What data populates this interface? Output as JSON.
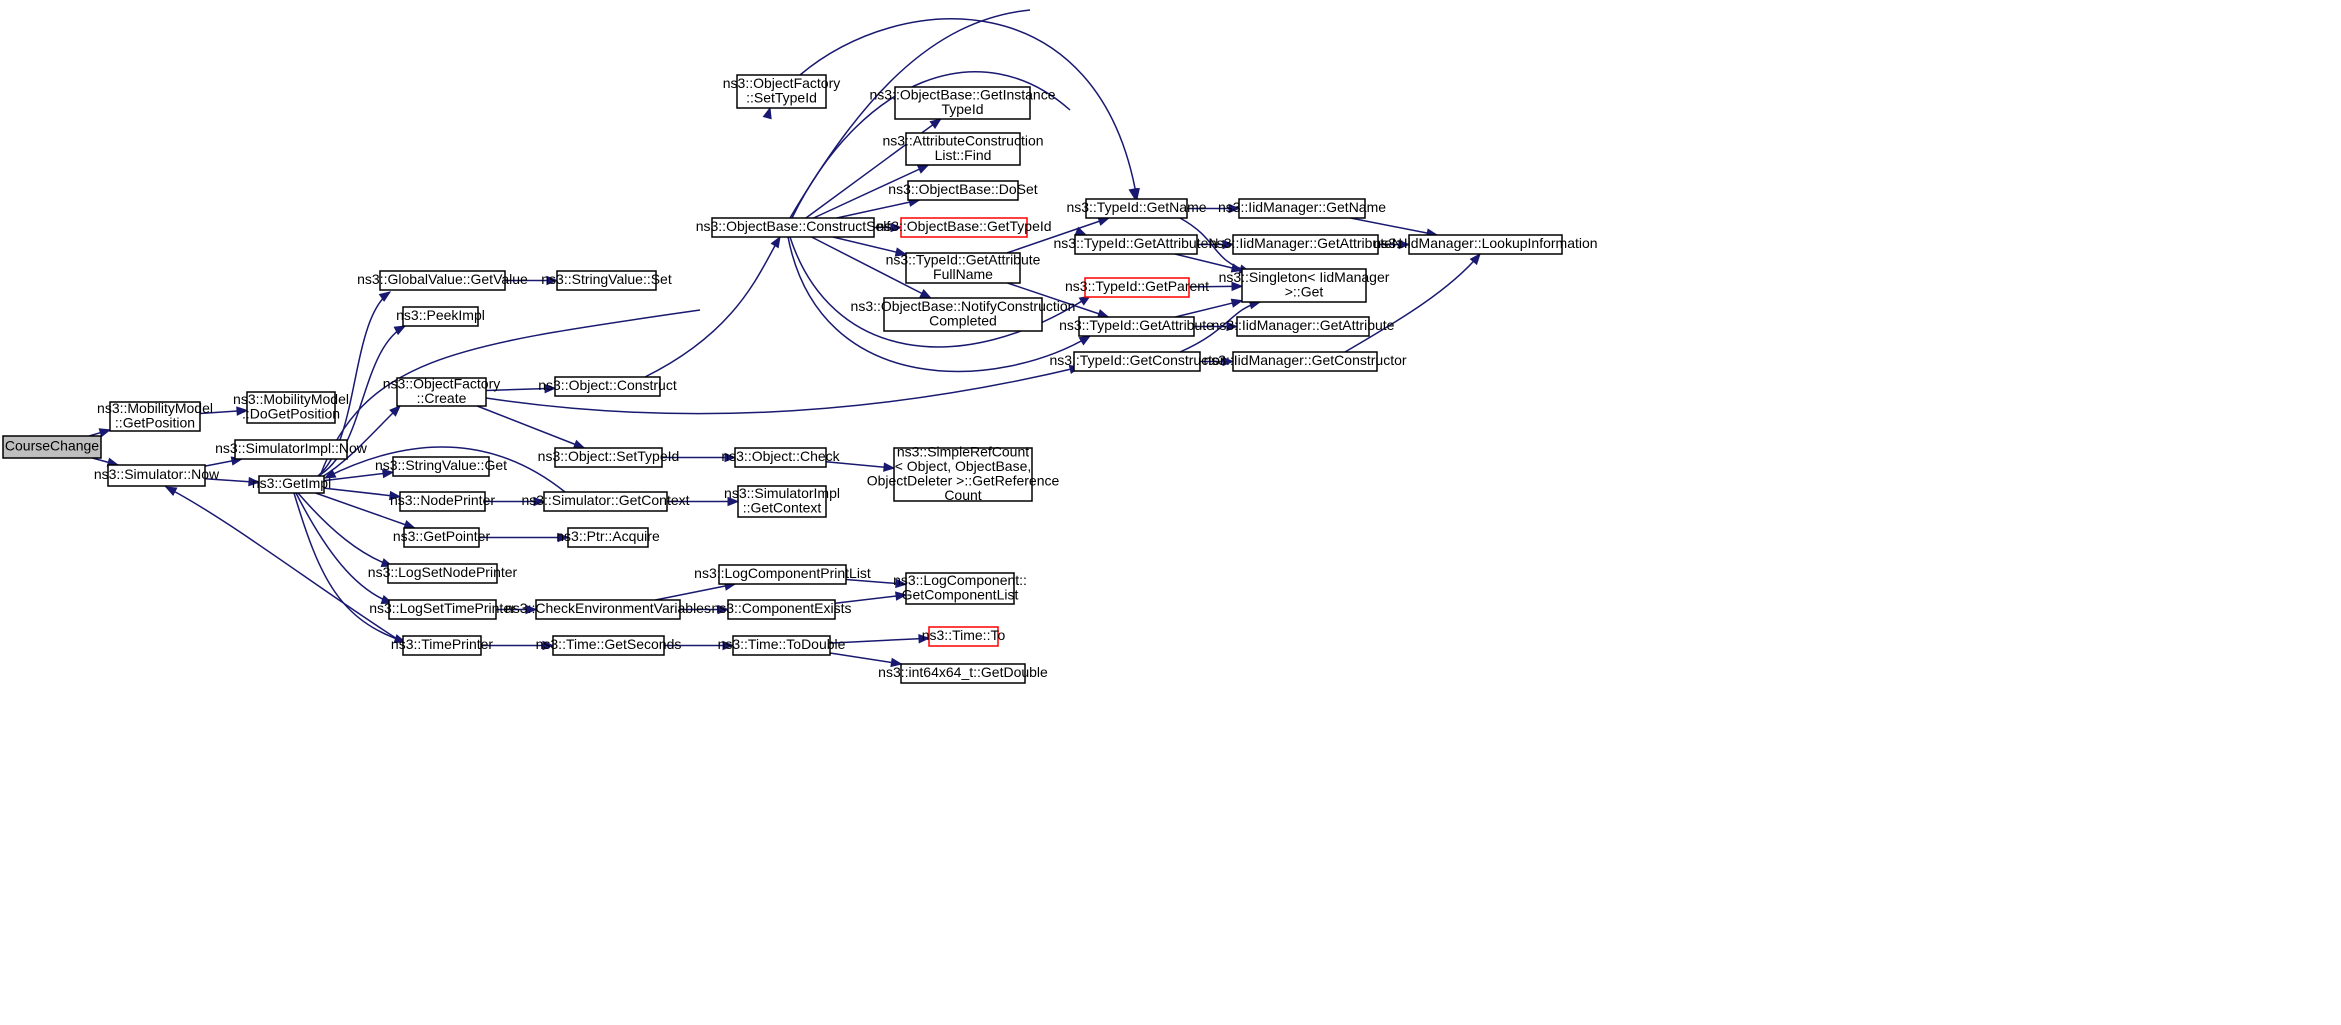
{
  "colors": {
    "edge": "#191970",
    "root_fill": "#bfbfbf",
    "truncated_border": "#ff0000",
    "node_border": "#000000"
  },
  "nodes": [
    {
      "id": "CourseChange",
      "lines": [
        "CourseChange"
      ],
      "root": true
    },
    {
      "id": "MM_GetPosition",
      "lines": [
        "ns3::MobilityModel",
        "::GetPosition"
      ]
    },
    {
      "id": "MM_DoGetPosition",
      "lines": [
        "ns3::MobilityModel",
        "::DoGetPosition"
      ]
    },
    {
      "id": "Sim_Now",
      "lines": [
        "ns3::Simulator::Now"
      ]
    },
    {
      "id": "SimImpl_Now",
      "lines": [
        "ns3::SimulatorImpl::Now"
      ]
    },
    {
      "id": "GetImpl",
      "lines": [
        "ns3::GetImpl"
      ]
    },
    {
      "id": "GV_GetValue",
      "lines": [
        "ns3::GlobalValue::GetValue"
      ]
    },
    {
      "id": "SV_Set",
      "lines": [
        "ns3::StringValue::Set"
      ]
    },
    {
      "id": "PeekImpl",
      "lines": [
        "ns3::PeekImpl"
      ]
    },
    {
      "id": "OF_Create",
      "lines": [
        "ns3::ObjectFactory",
        "::Create"
      ]
    },
    {
      "id": "Obj_Construct",
      "lines": [
        "ns3::Object::Construct"
      ]
    },
    {
      "id": "Obj_SetTypeId",
      "lines": [
        "ns3::Object::SetTypeId"
      ]
    },
    {
      "id": "Obj_Check",
      "lines": [
        "ns3::Object::Check"
      ]
    },
    {
      "id": "SRC_GetRef",
      "lines": [
        "ns3::SimpleRefCount",
        "< Object, ObjectBase,",
        "ObjectDeleter >::GetReference",
        "Count"
      ]
    },
    {
      "id": "SV_Get",
      "lines": [
        "ns3::StringValue::Get"
      ]
    },
    {
      "id": "NodePrinter",
      "lines": [
        "ns3::NodePrinter"
      ]
    },
    {
      "id": "Sim_GetContext",
      "lines": [
        "ns3::Simulator::GetContext"
      ]
    },
    {
      "id": "SimImpl_GetContext",
      "lines": [
        "ns3::SimulatorImpl",
        "::GetContext"
      ]
    },
    {
      "id": "GetPointer",
      "lines": [
        "ns3::GetPointer"
      ]
    },
    {
      "id": "Ptr_Acquire",
      "lines": [
        "ns3::Ptr::Acquire"
      ]
    },
    {
      "id": "LogSetNodePrinter",
      "lines": [
        "ns3::LogSetNodePrinter"
      ]
    },
    {
      "id": "LogSetTimePrinter",
      "lines": [
        "ns3::LogSetTimePrinter"
      ]
    },
    {
      "id": "CheckEnv",
      "lines": [
        "ns3::CheckEnvironmentVariables"
      ]
    },
    {
      "id": "LogCompPrintList",
      "lines": [
        "ns3::LogComponentPrintList"
      ]
    },
    {
      "id": "ComponentExists",
      "lines": [
        "ns3::ComponentExists"
      ]
    },
    {
      "id": "LC_GetList",
      "lines": [
        "ns3::LogComponent::",
        "GetComponentList"
      ]
    },
    {
      "id": "TimePrinter",
      "lines": [
        "ns3::TimePrinter"
      ]
    },
    {
      "id": "Time_GetSeconds",
      "lines": [
        "ns3::Time::GetSeconds"
      ]
    },
    {
      "id": "Time_ToDouble",
      "lines": [
        "ns3::Time::ToDouble"
      ]
    },
    {
      "id": "Time_To",
      "lines": [
        "ns3::Time::To"
      ],
      "truncated": true
    },
    {
      "id": "int64_GetDouble",
      "lines": [
        "ns3::int64x64_t::GetDouble"
      ]
    },
    {
      "id": "OF_SetTypeId",
      "lines": [
        "ns3::ObjectFactory",
        "::SetTypeId"
      ]
    },
    {
      "id": "OB_ConstructSelf",
      "lines": [
        "ns3::ObjectBase::ConstructSelf"
      ]
    },
    {
      "id": "OB_GetInstanceTypeId",
      "lines": [
        "ns3::ObjectBase::GetInstance",
        "TypeId"
      ]
    },
    {
      "id": "ACL_Find",
      "lines": [
        "ns3::AttributeConstruction",
        "List::Find"
      ]
    },
    {
      "id": "OB_DoSet",
      "lines": [
        "ns3::ObjectBase::DoSet"
      ]
    },
    {
      "id": "OB_GetTypeId",
      "lines": [
        "ns3::ObjectBase::GetTypeId"
      ],
      "truncated": true
    },
    {
      "id": "TI_GetAttrFullName",
      "lines": [
        "ns3::TypeId::GetAttribute",
        "FullName"
      ]
    },
    {
      "id": "OB_NotifyConstruction",
      "lines": [
        "ns3::ObjectBase::NotifyConstruction",
        "Completed"
      ]
    },
    {
      "id": "TI_GetName",
      "lines": [
        "ns3::TypeId::GetName"
      ]
    },
    {
      "id": "TI_GetAttributeN",
      "lines": [
        "ns3::TypeId::GetAttributeN"
      ]
    },
    {
      "id": "TI_GetParent",
      "lines": [
        "ns3::TypeId::GetParent"
      ],
      "truncated": true
    },
    {
      "id": "TI_GetAttribute",
      "lines": [
        "ns3::TypeId::GetAttribute"
      ]
    },
    {
      "id": "TI_GetConstructor",
      "lines": [
        "ns3::TypeId::GetConstructor"
      ]
    },
    {
      "id": "IM_GetName",
      "lines": [
        "ns3::IidManager::GetName"
      ]
    },
    {
      "id": "IM_GetAttributeN",
      "lines": [
        "ns3::IidManager::GetAttributeN"
      ]
    },
    {
      "id": "Singleton_Get",
      "lines": [
        "ns3::Singleton< IidManager",
        ">::Get"
      ]
    },
    {
      "id": "IM_GetAttribute",
      "lines": [
        "ns3::IidManager::GetAttribute"
      ]
    },
    {
      "id": "IM_GetConstructor",
      "lines": [
        "ns3::IidManager::GetConstructor"
      ]
    },
    {
      "id": "IM_LookupInformation",
      "lines": [
        "ns3::IidManager::LookupInformation"
      ]
    }
  ],
  "edges": [
    [
      "CourseChange",
      "MM_GetPosition"
    ],
    [
      "CourseChange",
      "Sim_Now"
    ],
    [
      "MM_GetPosition",
      "MM_DoGetPosition"
    ],
    [
      "Sim_Now",
      "SimImpl_Now"
    ],
    [
      "Sim_Now",
      "GetImpl"
    ],
    [
      "GetImpl",
      "GV_GetValue"
    ],
    [
      "GetImpl",
      "PeekImpl"
    ],
    [
      "GetImpl",
      "OF_Create"
    ],
    [
      "GetImpl",
      "OF_SetTypeId"
    ],
    [
      "GetImpl",
      "SV_Get"
    ],
    [
      "GetImpl",
      "NodePrinter"
    ],
    [
      "GetImpl",
      "GetPointer"
    ],
    [
      "GetImpl",
      "LogSetNodePrinter"
    ],
    [
      "GetImpl",
      "LogSetTimePrinter"
    ],
    [
      "GetImpl",
      "TimePrinter"
    ],
    [
      "GV_GetValue",
      "SV_Set"
    ],
    [
      "OF_Create",
      "Obj_Construct"
    ],
    [
      "OF_Create",
      "Obj_SetTypeId"
    ],
    [
      "OF_Create",
      "TI_GetConstructor"
    ],
    [
      "Obj_Construct",
      "OB_ConstructSelf"
    ],
    [
      "Obj_SetTypeId",
      "Obj_Check"
    ],
    [
      "Obj_Check",
      "SRC_GetRef"
    ],
    [
      "NodePrinter",
      "Sim_GetContext"
    ],
    [
      "Sim_GetContext",
      "GetImpl"
    ],
    [
      "Sim_GetContext",
      "SimImpl_GetContext"
    ],
    [
      "GetPointer",
      "Ptr_Acquire"
    ],
    [
      "LogSetTimePrinter",
      "CheckEnv"
    ],
    [
      "CheckEnv",
      "LogCompPrintList"
    ],
    [
      "CheckEnv",
      "ComponentExists"
    ],
    [
      "LogCompPrintList",
      "LC_GetList"
    ],
    [
      "ComponentExists",
      "LC_GetList"
    ],
    [
      "TimePrinter",
      "Sim_Now"
    ],
    [
      "TimePrinter",
      "Time_GetSeconds"
    ],
    [
      "Time_GetSeconds",
      "Time_ToDouble"
    ],
    [
      "Time_ToDouble",
      "Time_To"
    ],
    [
      "Time_ToDouble",
      "int64_GetDouble"
    ],
    [
      "OF_SetTypeId",
      "TI_GetName"
    ],
    [
      "OB_ConstructSelf",
      "OB_GetInstanceTypeId"
    ],
    [
      "OB_ConstructSelf",
      "ACL_Find"
    ],
    [
      "OB_ConstructSelf",
      "OB_DoSet"
    ],
    [
      "OB_ConstructSelf",
      "OB_GetTypeId"
    ],
    [
      "OB_ConstructSelf",
      "TI_GetAttrFullName"
    ],
    [
      "OB_ConstructSelf",
      "OB_NotifyConstruction"
    ],
    [
      "OB_ConstructSelf",
      "TI_GetName"
    ],
    [
      "OB_ConstructSelf",
      "TI_GetAttributeN"
    ],
    [
      "OB_ConstructSelf",
      "TI_GetParent"
    ],
    [
      "OB_ConstructSelf",
      "TI_GetAttribute"
    ],
    [
      "TI_GetAttrFullName",
      "TI_GetName"
    ],
    [
      "TI_GetAttrFullName",
      "TI_GetAttribute"
    ],
    [
      "TI_GetName",
      "IM_GetName"
    ],
    [
      "TI_GetName",
      "Singleton_Get"
    ],
    [
      "TI_GetAttributeN",
      "IM_GetAttributeN"
    ],
    [
      "TI_GetAttributeN",
      "Singleton_Get"
    ],
    [
      "TI_GetParent",
      "Singleton_Get"
    ],
    [
      "TI_GetAttribute",
      "Singleton_Get"
    ],
    [
      "TI_GetAttribute",
      "IM_GetAttribute"
    ],
    [
      "TI_GetConstructor",
      "Singleton_Get"
    ],
    [
      "TI_GetConstructor",
      "IM_GetConstructor"
    ],
    [
      "IM_GetName",
      "IM_LookupInformation"
    ],
    [
      "IM_GetAttributeN",
      "IM_LookupInformation"
    ],
    [
      "IM_GetConstructor",
      "IM_LookupInformation"
    ]
  ]
}
